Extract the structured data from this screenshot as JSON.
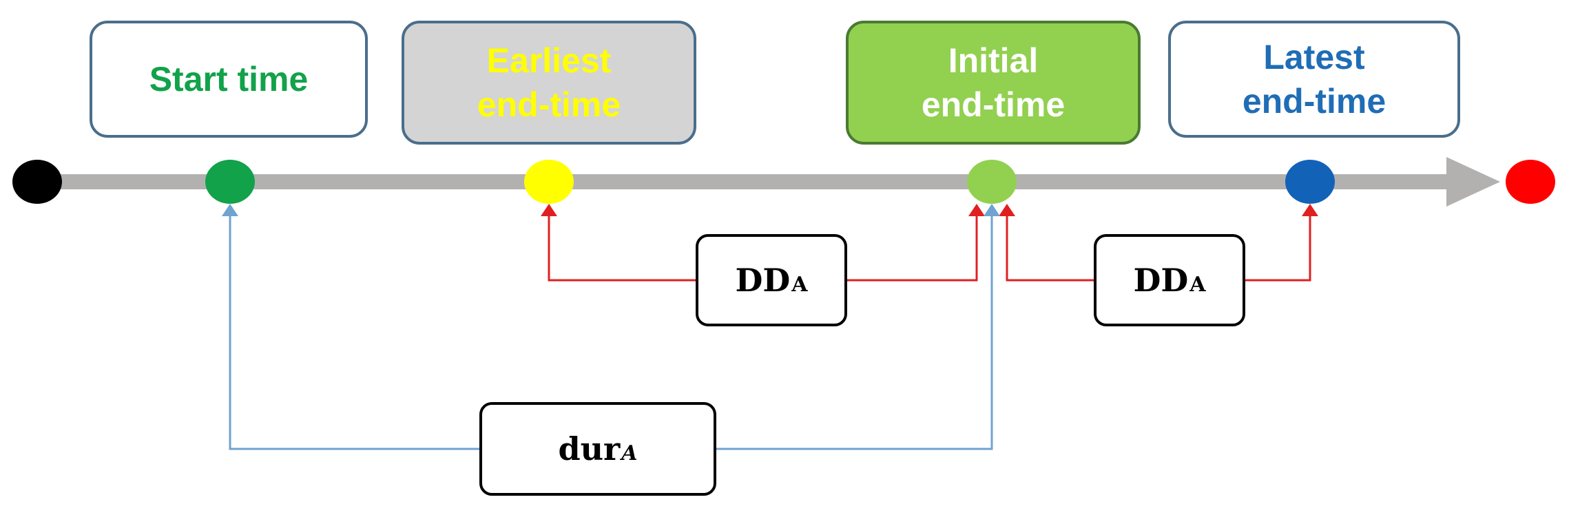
{
  "boxes": {
    "start": {
      "line1": "Start time",
      "line2": ""
    },
    "earliest": {
      "line1": "Earliest",
      "line2": "end-time"
    },
    "initial": {
      "line1": "Initial",
      "line2": "end-time"
    },
    "latest": {
      "line1": "Latest",
      "line2": "end-time"
    }
  },
  "labels": {
    "dd_left": {
      "main": "DD",
      "sub": "A"
    },
    "dd_right": {
      "main": "DD",
      "sub": "A"
    },
    "duration": {
      "main": "dur",
      "sub": "A"
    }
  },
  "colors": {
    "timeline": "#b3b1b0",
    "origin_point": "#000000",
    "start_point": "#11a24a",
    "earliest_point": "#ffff00",
    "initial_point": "#92d050",
    "latest_point": "#1f6db5",
    "end_point": "#ff0000",
    "deadline_arrows": "#e02020",
    "duration_arrow": "#6fa3d0"
  }
}
